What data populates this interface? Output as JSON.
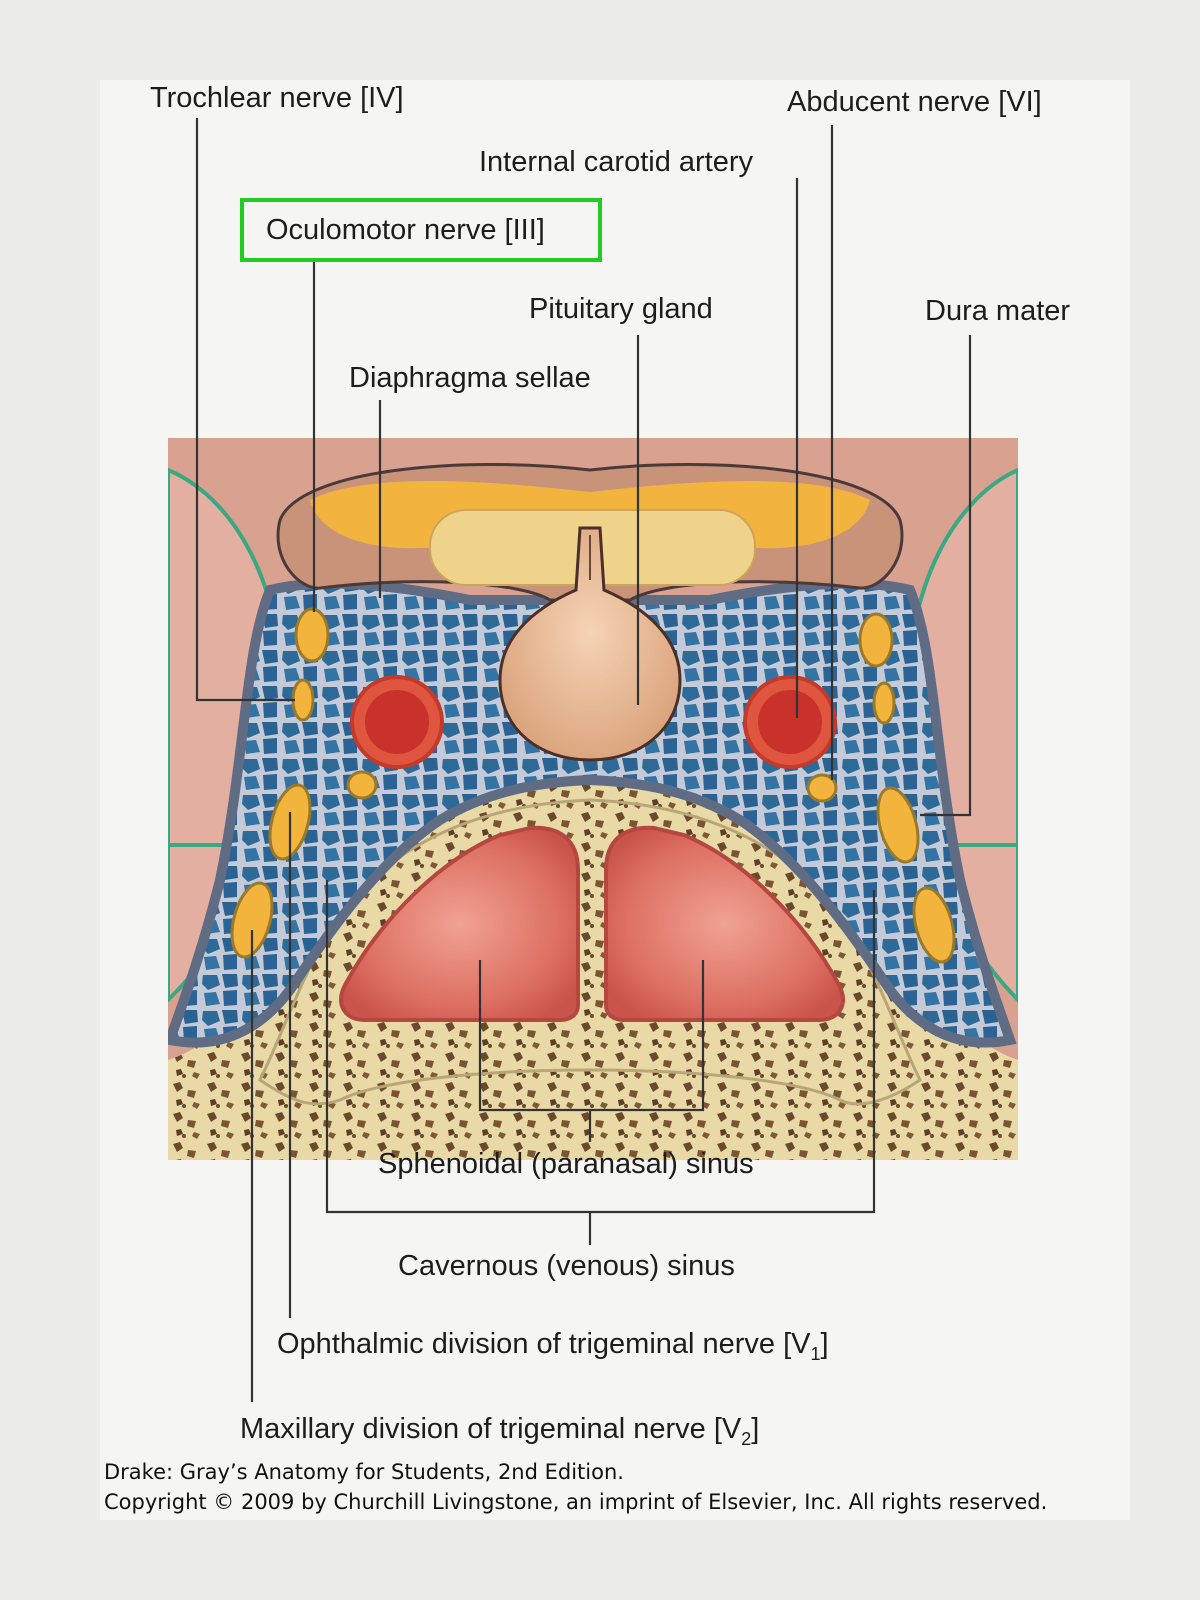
{
  "labels": {
    "trochlear": "Trochlear nerve [IV]",
    "abducent": "Abducent nerve  [VI]",
    "carotid": "Internal carotid artery",
    "oculomotor": "Oculomotor nerve [III]",
    "pituitary": "Pituitary gland",
    "dura": "Dura mater",
    "diaphragma": "Diaphragma sellae",
    "sphenoidal": "Sphenoidal (paranasal) sinus",
    "cavernous": "Cavernous (venous) sinus",
    "ophthalmic_text": "Ophthalmic division of trigeminal nerve [V",
    "ophthalmic_sub": "1",
    "ophthalmic_end": "]",
    "maxillary_text": "Maxillary division of trigeminal nerve [V",
    "maxillary_sub": "2",
    "maxillary_end": "]"
  },
  "credit": {
    "line1": "Drake: Gray’s Anatomy for Students, 2nd Edition.",
    "line2": "Copyright © 2009 by Churchill Livingstone, an imprint of Elsevier, Inc. All rights reserved."
  },
  "highlight": {
    "target": "oculomotor",
    "color": "#22cc22"
  },
  "colors": {
    "tissue": "#d9a08e",
    "bone": "#e7d8a6",
    "venous": "#2f6d9a",
    "sheath": "#6c7890",
    "nerve": "#f2b43c",
    "artery": "#d9402e",
    "sinus": "#d86a5e",
    "pituitary": "#e6b48c",
    "membrane": "#3aa882"
  }
}
